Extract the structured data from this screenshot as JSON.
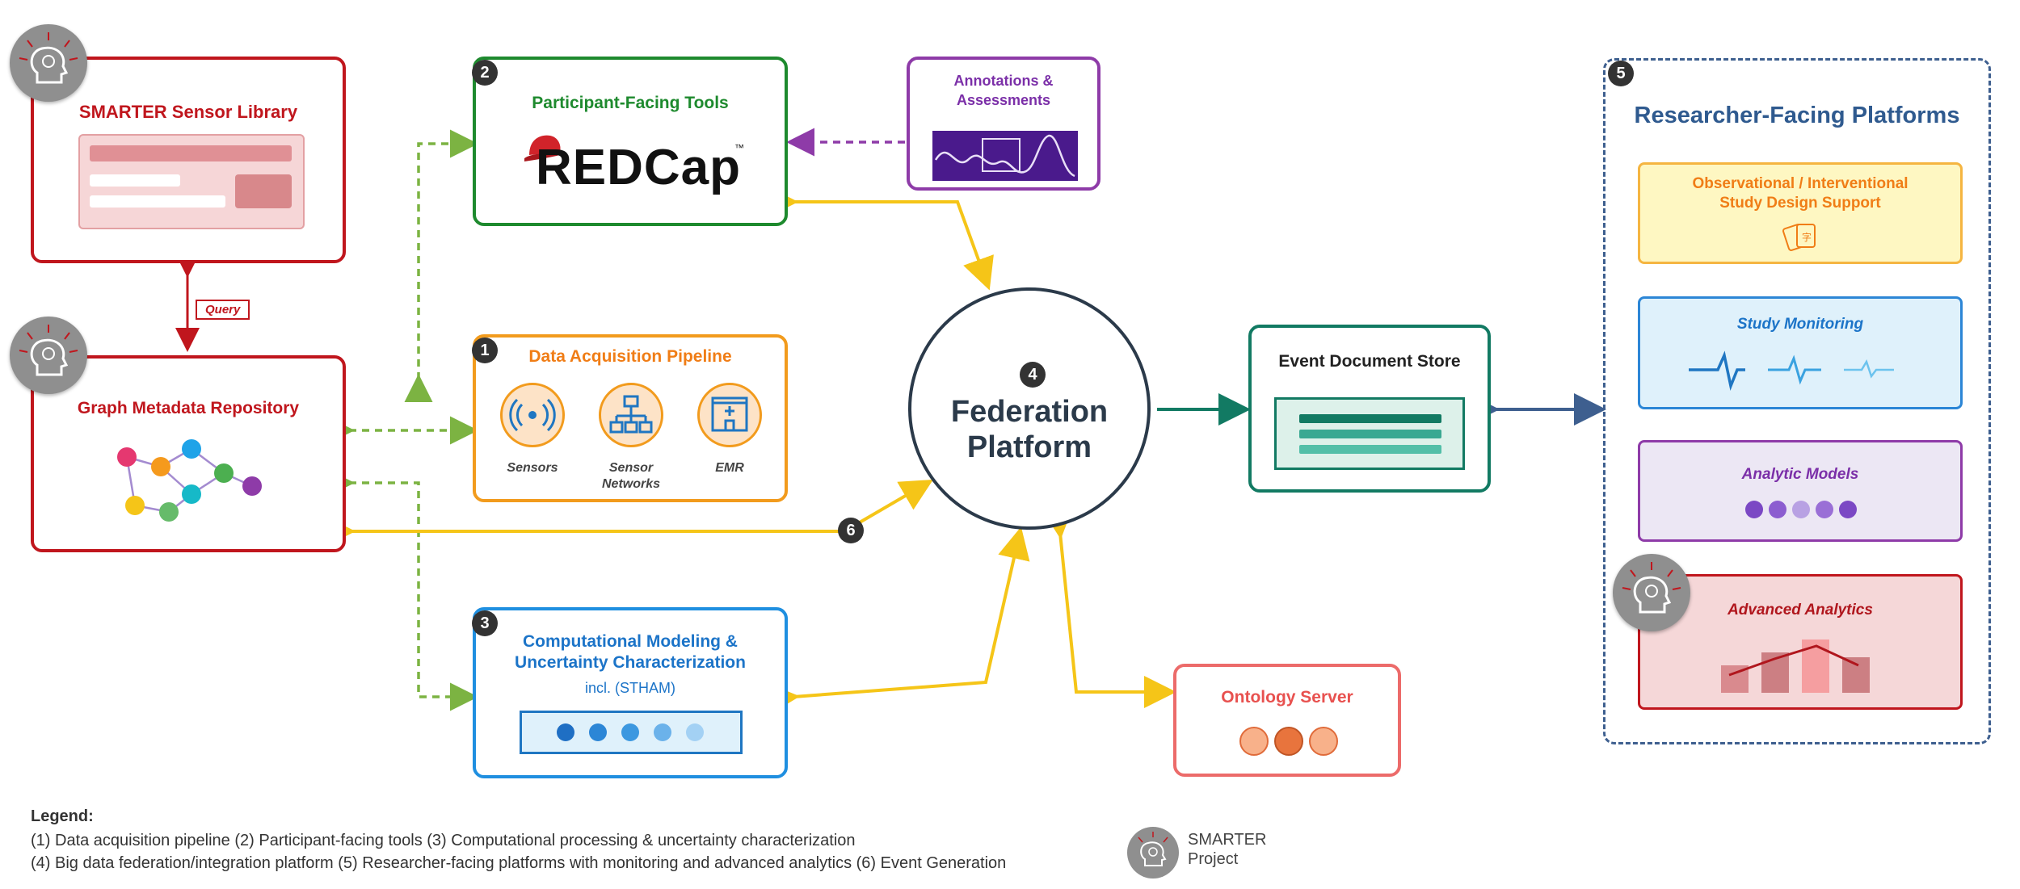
{
  "sensor_library": {
    "title": "SMARTER Sensor Library",
    "color": "#c0161d"
  },
  "query_label": "Query",
  "graph_repo": {
    "title": "Graph Metadata Repository",
    "color": "#c0161d"
  },
  "participant_tools": {
    "badge": "2",
    "title": "Participant-Facing Tools",
    "logo_text": "REDCap",
    "tm": "™",
    "color": "#1e8a2e"
  },
  "annotations": {
    "title": "Annotations & Assessments",
    "color": "#7b2fa8"
  },
  "data_acquisition": {
    "badge": "1",
    "title": "Data Acquisition Pipeline",
    "color": "#f07d16",
    "items": [
      {
        "label": "Sensors",
        "icon": "wireless-sensor-icon"
      },
      {
        "label": "Sensor Networks",
        "icon": "network-icon"
      },
      {
        "label": "EMR",
        "icon": "hospital-icon"
      }
    ]
  },
  "federation": {
    "badge": "4",
    "title_line1": "Federation",
    "title_line2": "Platform",
    "color": "#2b3a4a"
  },
  "event_store": {
    "title": "Event Document Store",
    "color": "#127a63"
  },
  "computational": {
    "badge": "3",
    "title_line1": "Computational Modeling &",
    "title_line2": "Uncertainty Characterization",
    "subtitle": "incl. (STHAM)",
    "color": "#1c74c8"
  },
  "ontology": {
    "title": "Ontology Server",
    "color": "#e8514f"
  },
  "event_generation_badge": "6",
  "researcher": {
    "badge": "5",
    "title": "Researcher-Facing Platforms",
    "color": "#2f5a8f",
    "panels": [
      {
        "title_line1": "Observational / Interventional",
        "title_line2": "Study Design Support",
        "color": "#f07d16",
        "bg": "#fef7c2"
      },
      {
        "title_line1": "Study Monitoring",
        "title_line2": "",
        "color": "#1c74c8",
        "bg": "#dff1fb"
      },
      {
        "title_line1": "Analytic Models",
        "title_line2": "",
        "color": "#7b2fa8",
        "bg": "#ece7f4"
      },
      {
        "title_line1": "Advanced Analytics",
        "title_line2": "",
        "color": "#c0161d",
        "bg": "#f5d7d8"
      }
    ]
  },
  "legend": {
    "heading": "Legend:",
    "line1": "(1) Data acquisition pipeline (2) Participant-facing tools (3) Computational processing & uncertainty characterization",
    "line2": "(4) Big data federation/integration platform (5) Researcher-facing platforms with monitoring and advanced analytics (6) Event Generation",
    "project_line1": "SMARTER",
    "project_line2": "Project"
  }
}
